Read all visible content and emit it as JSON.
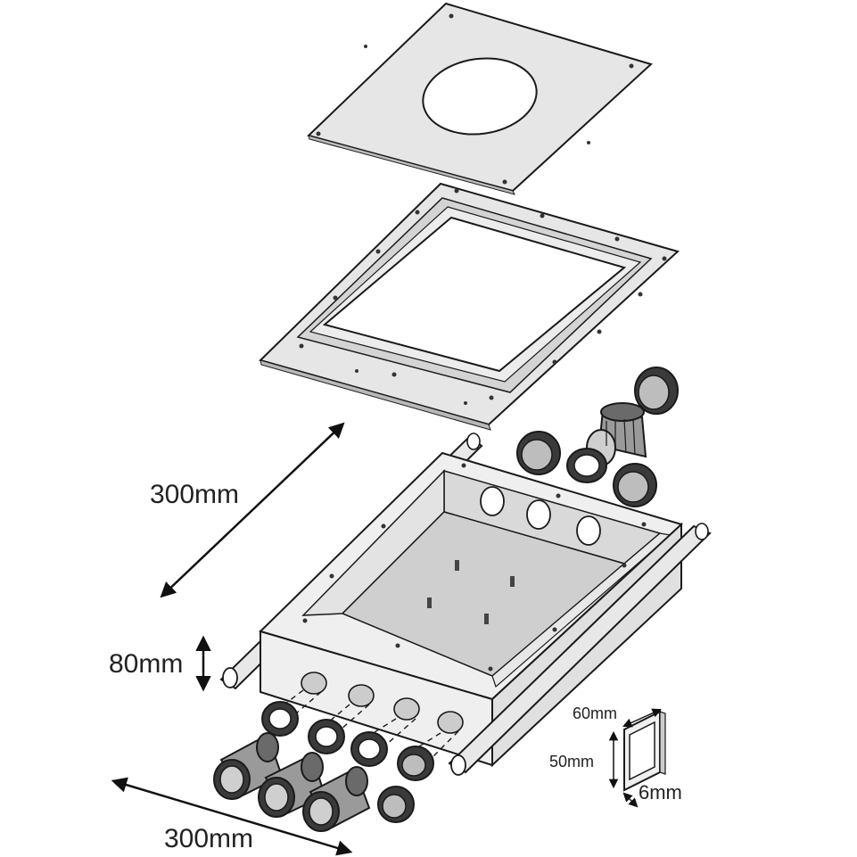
{
  "labels": {
    "depth": "300mm",
    "height": "80mm",
    "width": "300mm",
    "small_width": "60mm",
    "small_height": "50mm",
    "small_depth": "6mm"
  },
  "colors": {
    "stroke": "#1a1a1a",
    "plate_fill": "#e6e6e6",
    "box_outer": "#efefef",
    "box_inner_wall": "#d9d9d9",
    "box_floor": "#cfcfcf",
    "fitting_dark": "#3a3a3a",
    "fitting_mid": "#8c8c8c",
    "fitting_light": "#c8c8c8"
  }
}
